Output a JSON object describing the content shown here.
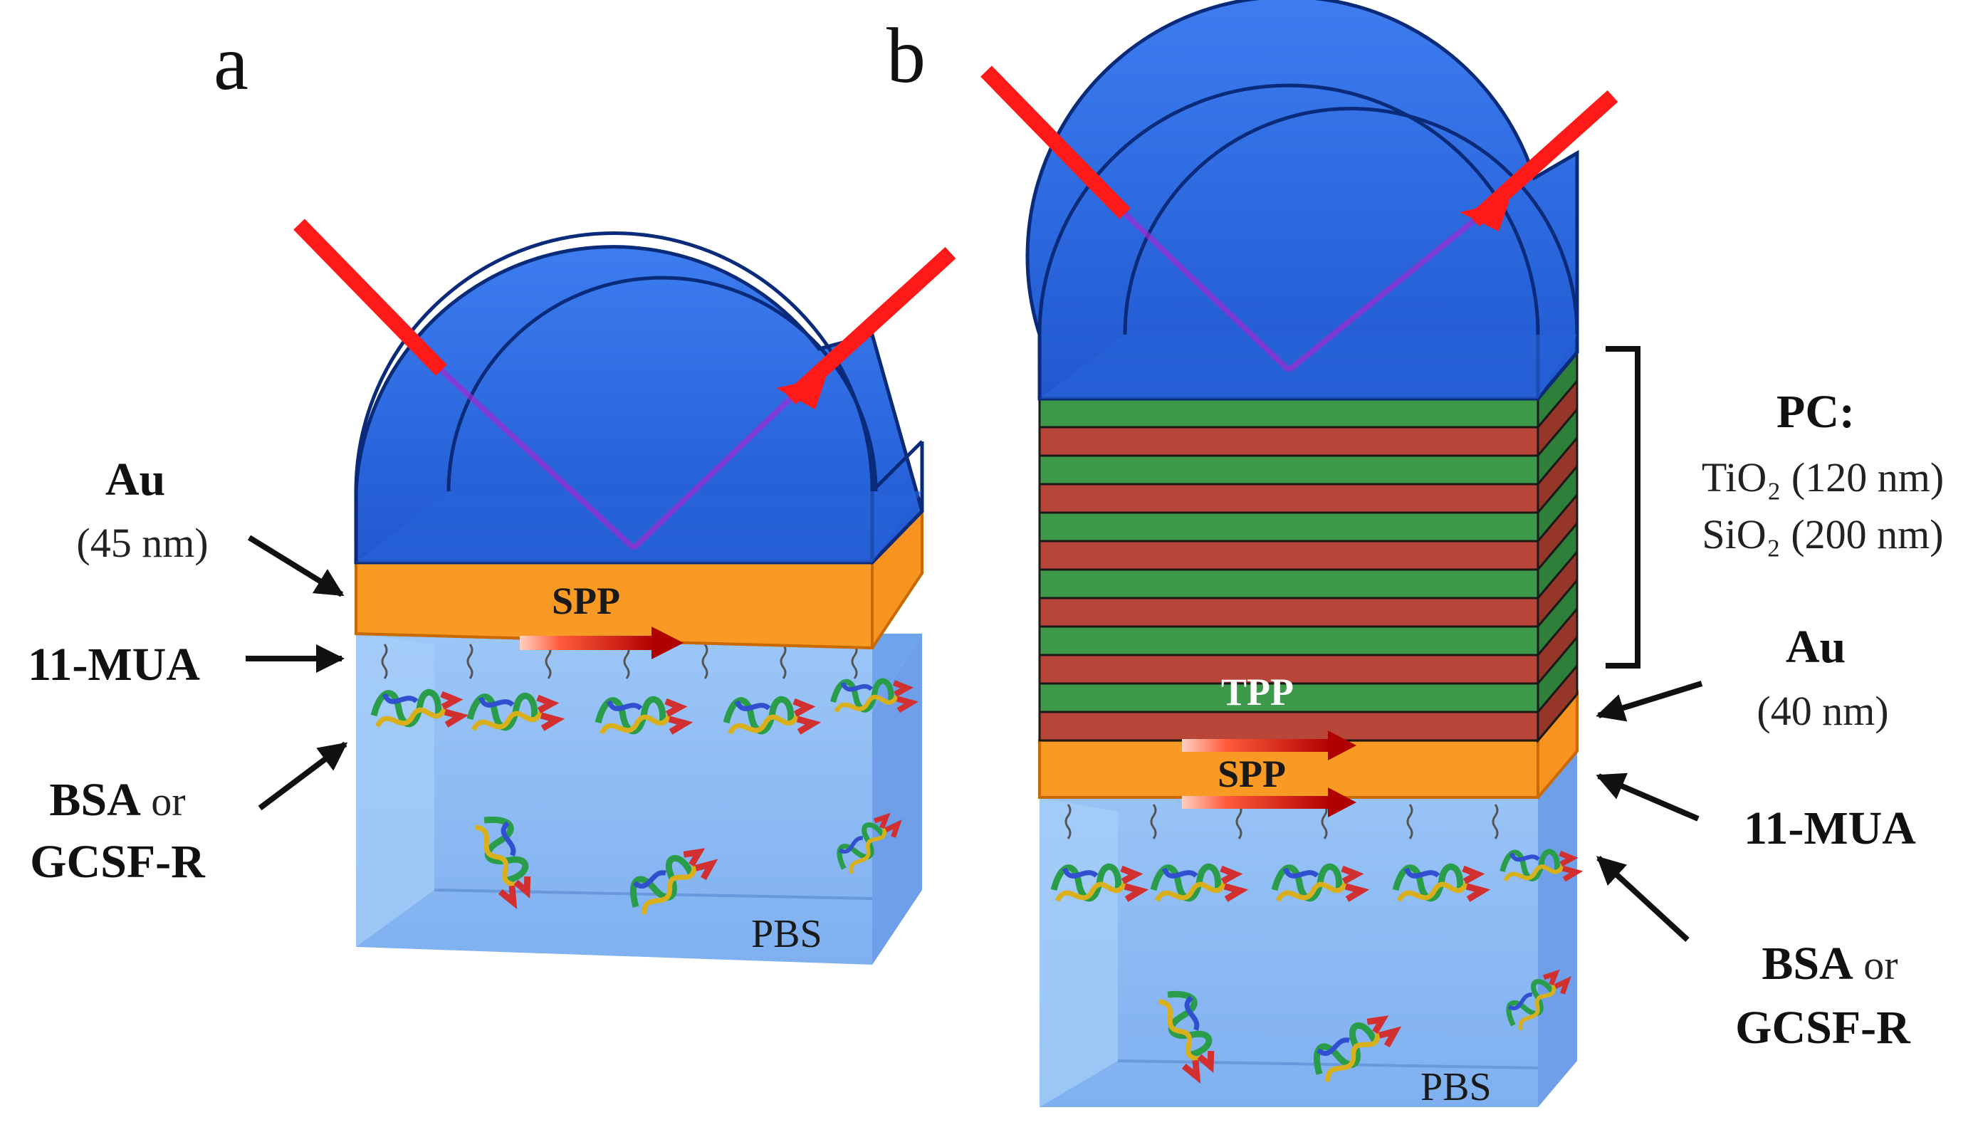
{
  "panels": {
    "a": {
      "letter": "a",
      "au_label": "Au",
      "au_thickness": "(45 nm)",
      "mua_label": "11-MUA",
      "bsa_label_bold1": "BSA",
      "bsa_label_or": " or",
      "bsa_label_line2": "GCSF-R",
      "spp_label": "SPP",
      "medium_label": "PBS"
    },
    "b": {
      "letter": "b",
      "pc_label": "PC:",
      "pc_layer1": "TiO₂ (120 nm)",
      "pc_layer2": "SiO₂ (200 nm)",
      "au_label": "Au",
      "au_thickness": "(40 nm)",
      "mua_label": "11-MUA",
      "bsa_label_bold1": "BSA",
      "bsa_label_or": " or",
      "bsa_label_line2": "GCSF-R",
      "tpp_label": "TPP",
      "spp_label": "SPP",
      "medium_label": "PBS"
    }
  },
  "colors": {
    "prism_blue": "#2f6fe8",
    "gold_layer": "#f7931e",
    "tio2_layer": "#3c9a4a",
    "sio2_layer": "#b8473a",
    "pbs_medium": "#8fbef5",
    "laser": "#ff1a1a"
  }
}
